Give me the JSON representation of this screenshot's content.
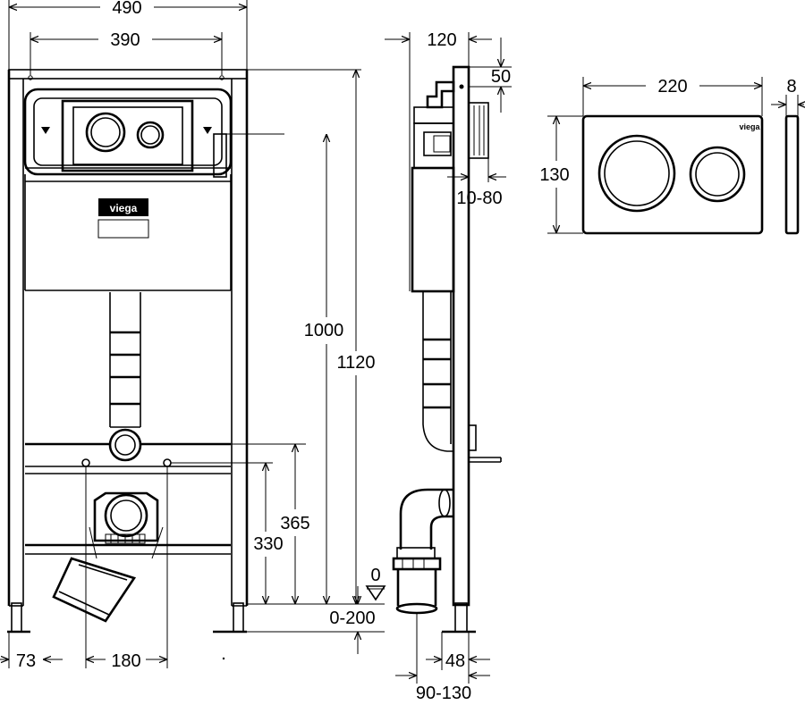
{
  "front_view": {
    "dim_overall_width": "490",
    "dim_fixing_width": "390",
    "dim_cistern_height": "1000",
    "dim_frame_height": "1120",
    "dim_fixing_height": "365",
    "dim_drain_height": "330",
    "dim_zero": "0",
    "dim_foot_adjust": "0-200",
    "dim_foot_offset": "73",
    "dim_bolt_spacing": "180",
    "brand_label": "viega"
  },
  "side_view": {
    "dim_depth": "120",
    "dim_top_offset": "50",
    "dim_wall_range": "10-80",
    "dim_pipe_offset": "48",
    "dim_pipe_range": "90-130"
  },
  "flush_plate": {
    "dim_width": "220",
    "dim_height": "130",
    "dim_thickness": "8",
    "brand_label": "viega"
  }
}
